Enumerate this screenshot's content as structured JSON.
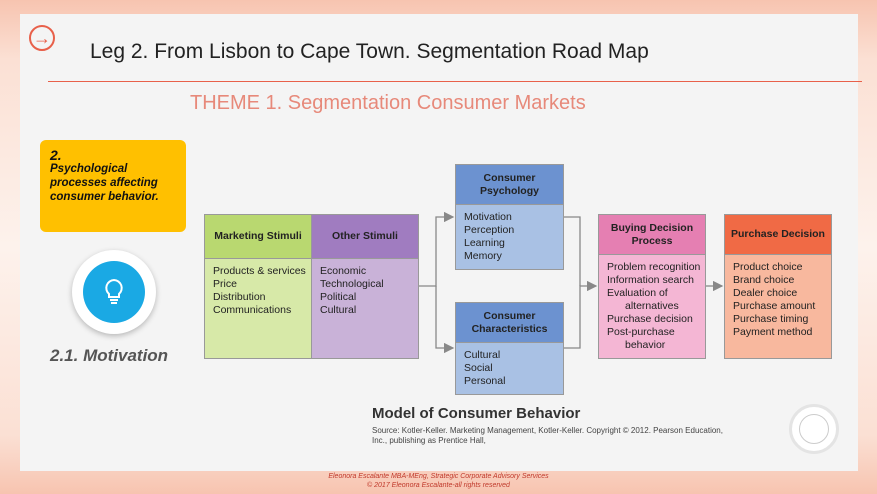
{
  "header": {
    "title": "Leg 2. From Lisbon to Cape Town. Segmentation Road Map",
    "arrow_icon": "circle-arrow-right-icon"
  },
  "theme": {
    "title": "THEME 1. Segmentation Consumer Markets"
  },
  "sidebar": {
    "number": "2.",
    "text": "Psychological processes affecting consumer behavior.",
    "icon": "lightbulb-icon",
    "motivation": "2.1. Motivation"
  },
  "diagram": {
    "marketing_stimuli": {
      "title": "Marketing Stimuli",
      "items": [
        "Products & services",
        "Price",
        "Distribution",
        "Communications"
      ]
    },
    "other_stimuli": {
      "title": "Other Stimuli",
      "items": [
        "Economic",
        "Technological",
        "Political",
        "Cultural"
      ]
    },
    "consumer_psychology": {
      "title": "Consumer Psychology",
      "items": [
        "Motivation",
        "Perception",
        "Learning",
        "Memory"
      ]
    },
    "consumer_characteristics": {
      "title": "Consumer Characteristics",
      "items": [
        "Cultural",
        "Social",
        "Personal"
      ]
    },
    "buying_decision": {
      "title": "Buying Decision Process",
      "items": [
        "Problem recognition",
        "Information search",
        "Evaluation of",
        "alternatives",
        "Purchase decision",
        "Post-purchase",
        "behavior"
      ]
    },
    "purchase_decision": {
      "title": "Purchase Decision",
      "items": [
        "Product choice",
        "Brand choice",
        "Dealer choice",
        "Purchase amount",
        "Purchase timing",
        "Payment method"
      ]
    }
  },
  "caption": {
    "title": "Model of Consumer Behavior",
    "source": "Source: Kotler-Keller. Marketing Management, Kotler-Keller. Copyright © 2012. Pearson Education, Inc., publishing as Prentice Hall,"
  },
  "footer": {
    "line1": "Eleonora Escalante MBA-MEng, Strategic Corporate Advisory Services",
    "line2": "© 2017 Eleonora Escalante-all rights reserved"
  },
  "colors": {
    "accent": "#e8604a",
    "psy_box": "#ffc000",
    "bulb": "#1aa9e4"
  }
}
